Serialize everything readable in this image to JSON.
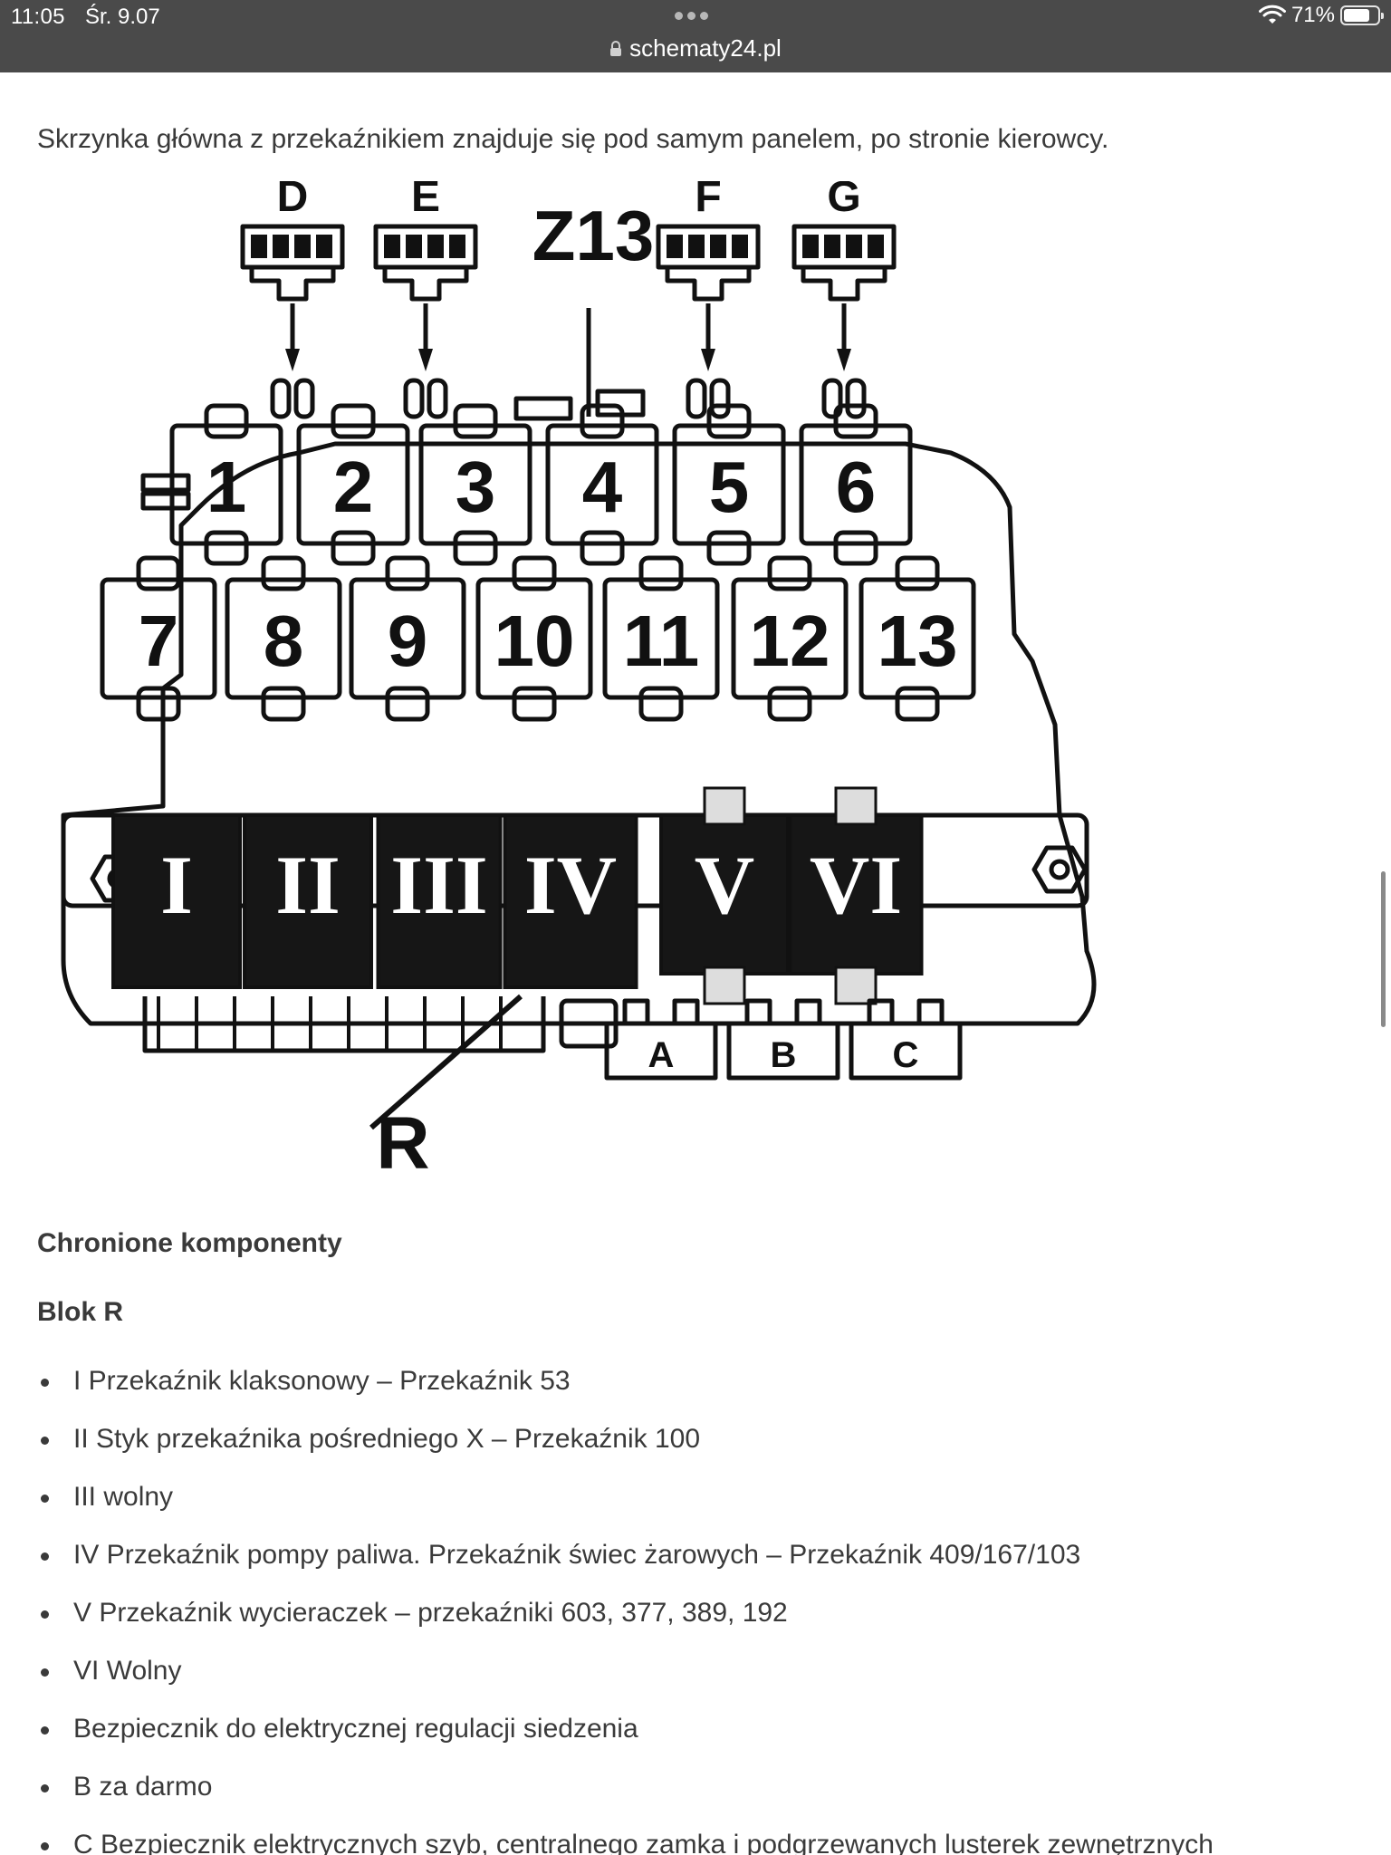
{
  "status_bar": {
    "time": "11:05",
    "date": "Śr. 9.07",
    "battery": "71%"
  },
  "browser": {
    "url": "schematy24.pl"
  },
  "article": {
    "intro": "Skrzynka główna z przekaźnikiem znajduje się pod samym panelem, po stronie kierowcy.",
    "diagram": {
      "connectors": [
        "D",
        "E",
        "F",
        "G"
      ],
      "ground_label": "Z13",
      "fuse_row_1": [
        "1",
        "2",
        "3",
        "4",
        "5",
        "6"
      ],
      "fuse_row_2": [
        "7",
        "8",
        "9",
        "10",
        "11",
        "12",
        "13"
      ],
      "relays": [
        "I",
        "II",
        "III",
        "IV",
        "V",
        "VI"
      ],
      "bottom_fuses": [
        "A",
        "B",
        "C"
      ],
      "block_label": "R"
    },
    "section_title": "Chronione komponenty",
    "subsection_title": "Blok R",
    "items": [
      "I Przekaźnik klaksonowy – Przekaźnik 53",
      "II Styk przekaźnika pośredniego X – Przekaźnik 100",
      "III wolny",
      "IV Przekaźnik pompy paliwa. Przekaźnik świec żarowych – Przekaźnik 409/167/103",
      "V Przekaźnik wycieraczek – przekaźniki 603, 377, 389, 192",
      "VI Wolny",
      "Bezpiecznik do elektrycznej regulacji siedzenia",
      "B za darmo",
      "C Bezpiecznik elektrycznych szyb, centralnego zamka i podgrzewanych lusterek zewnętrznych"
    ]
  }
}
